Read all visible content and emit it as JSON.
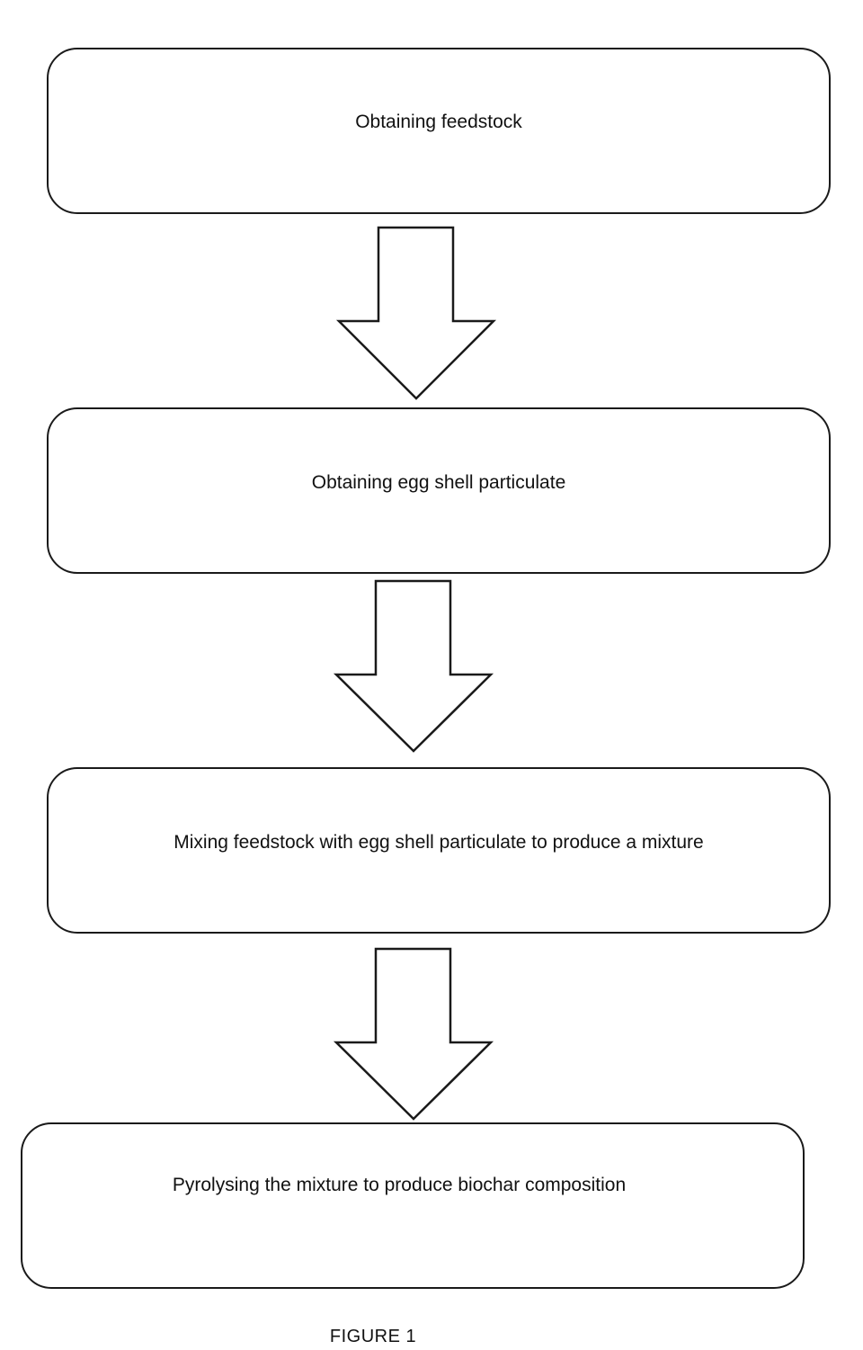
{
  "steps": [
    {
      "label": "Obtaining feedstock"
    },
    {
      "label": "Obtaining egg shell particulate"
    },
    {
      "label": "Mixing feedstock with egg shell particulate to produce a mixture"
    },
    {
      "label": "Pyrolysing the mixture to produce biochar composition"
    }
  ],
  "arrows": [
    {
      "from": "step-1",
      "to": "step-2",
      "icon": "down-arrow-icon"
    },
    {
      "from": "step-2",
      "to": "step-3",
      "icon": "down-arrow-icon"
    },
    {
      "from": "step-3",
      "to": "step-4",
      "icon": "down-arrow-icon"
    }
  ],
  "caption": "FIGURE 1",
  "colors": {
    "stroke": "#1a1a1a",
    "fill": "#ffffff",
    "text": "#111111"
  }
}
